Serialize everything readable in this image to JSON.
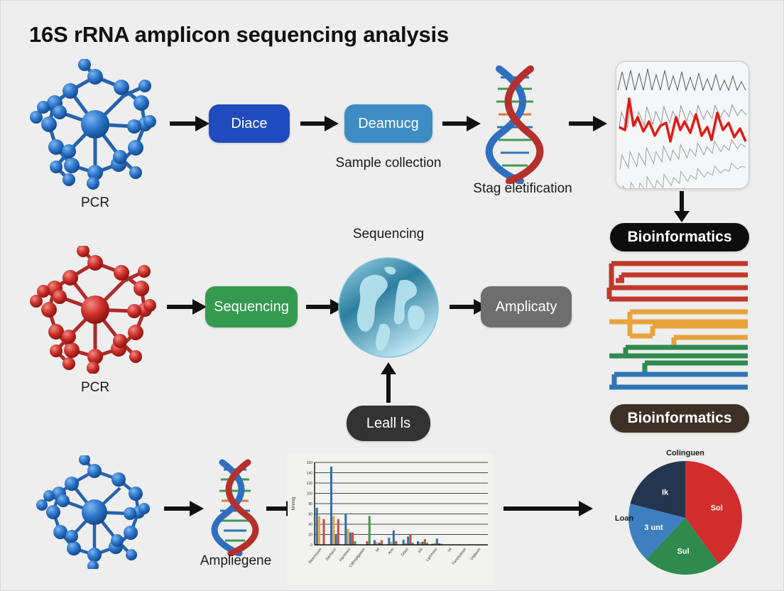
{
  "figure": {
    "title": "16S rRNA amplicon sequencing analysis",
    "background_color": "#eeeeee"
  },
  "row1": {
    "molecule_label": "PCR",
    "node_1": {
      "label": "Diace",
      "color": "#1f4bbf"
    },
    "node_2": {
      "label": "Deamucg",
      "color": "#3d8cc4"
    },
    "caption_sample": "Sample collection",
    "helix_label": "Stag eletification",
    "chromatogram_name": "electropherogram-panel"
  },
  "row2": {
    "molecule_label": "PCR",
    "node_1": {
      "label": "Sequencing",
      "color": "#349a4f"
    },
    "globe_label": "Sequencing",
    "node_2": {
      "label": "Amplicaty",
      "color": "#6e6e6e"
    },
    "node_3": {
      "label": "Leall ls",
      "color": "#333333"
    }
  },
  "row3": {
    "helix_label": "Ampliegene"
  },
  "badges": {
    "top": {
      "label": "Bioinformatics",
      "color": "#0d0d0d"
    },
    "bottom": {
      "label": "Bioinformatics",
      "color": "#3d3125"
    }
  },
  "chart_data": [
    {
      "type": "bar",
      "title": "",
      "xlabel": "",
      "ylabel": "Nnmig",
      "ylim": [
        0,
        160
      ],
      "yticks": [
        0,
        20,
        40,
        60,
        80,
        100,
        120,
        140,
        160
      ],
      "grid": true,
      "legend": "none",
      "categories": [
        "Rlormsson",
        "Sactucci",
        "Hantmen",
        "Cdinsplgsson",
        "Ivl",
        "Ann",
        "Doos",
        "Iriti",
        "Lgrtmore",
        "Ivl",
        "Fanstcason",
        "Usjlaum"
      ],
      "series": [
        {
          "name": "series-1",
          "color": "#2f6fad",
          "values": [
            72,
            152,
            60,
            0,
            9,
            14,
            10,
            7,
            2,
            0,
            0,
            0
          ]
        },
        {
          "name": "series-2",
          "color": "#e8a33d",
          "values": [
            56,
            56,
            31,
            0,
            5,
            6,
            4,
            5,
            4,
            0,
            0,
            0
          ]
        },
        {
          "name": "series-3",
          "color": "#2f6fad",
          "values": [
            0,
            20,
            24,
            0,
            4,
            28,
            16,
            6,
            12,
            0,
            0,
            0
          ]
        },
        {
          "name": "series-4",
          "color": "#cc4b42",
          "values": [
            50,
            50,
            24,
            7,
            9,
            7,
            20,
            11,
            3,
            0,
            0,
            0
          ]
        },
        {
          "name": "series-5",
          "color": "#3f9b4f",
          "values": [
            0,
            0,
            7,
            56,
            0,
            0,
            4,
            4,
            2,
            0,
            0,
            0
          ]
        }
      ]
    },
    {
      "type": "pie",
      "title": "",
      "labels": [
        "Colinguen",
        "Loan"
      ],
      "slice_labels": [
        "Sol",
        "Sul",
        "3 unt",
        "Ik"
      ],
      "values": [
        40,
        22,
        17,
        21
      ],
      "colors": [
        "#d12d2d",
        "#2f8a4e",
        "#3d7fbf",
        "#24354f"
      ],
      "legend": "none"
    },
    {
      "type": "tree",
      "title": "",
      "clades": [
        {
          "name": "clade-red",
          "color": "#c0392b",
          "leaves": 4
        },
        {
          "name": "clade-orange",
          "color": "#e8a33d",
          "leaves": 3
        },
        {
          "name": "clade-green",
          "color": "#2f8a4e",
          "leaves": 2
        },
        {
          "name": "clade-blue",
          "color": "#2f75b5",
          "leaves": 2
        }
      ]
    }
  ]
}
